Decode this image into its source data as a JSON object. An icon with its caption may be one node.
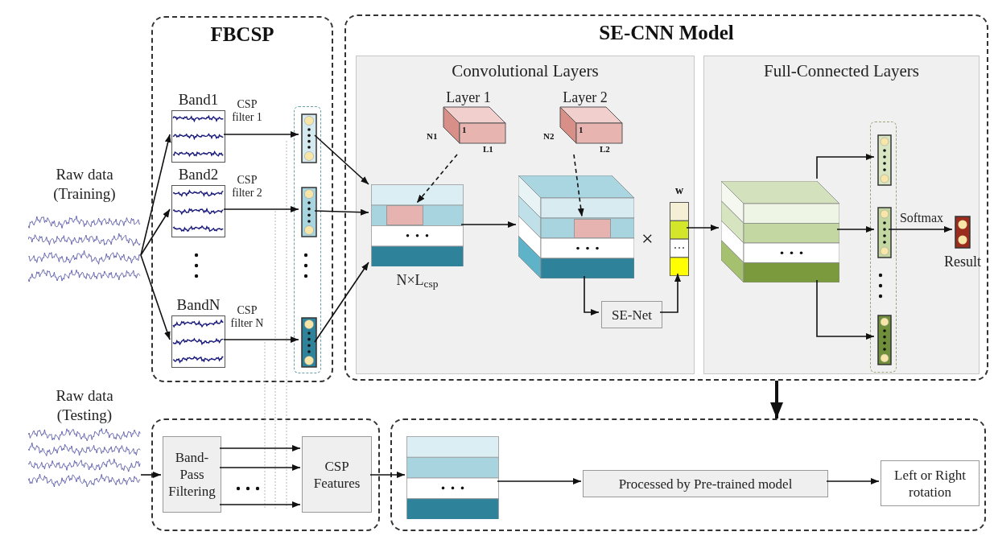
{
  "diagram": {
    "nodes": [
      {
        "text": [
          "FBCSP"
        ]
      },
      {
        "text": [
          "SE-CNN Model"
        ]
      },
      {
        "text": [
          "Convolutional Layers"
        ],
        "in": 1
      },
      {
        "text": [
          "Full-Connected Layers"
        ],
        "in": 1
      },
      {
        "text": [
          "Raw data (Training)"
        ]
      },
      {
        "text": [
          "Band1"
        ],
        "in": 0
      },
      {
        "text": [
          "Band2"
        ],
        "in": 0
      },
      {
        "text": [
          "BandN"
        ],
        "in": 0
      },
      {
        "text": [],
        "shape": "box",
        "in": 0
      },
      {
        "text": [],
        "shape": "bar",
        "in": 8
      },
      {
        "text": [],
        "shape": "bar",
        "in": 8
      },
      {
        "text": [],
        "shape": "bar",
        "in": 8
      },
      {
        "text": [
          "Layer 1",
          "1"
        ],
        "beside": [
          "N1",
          "L1"
        ],
        "in": 2
      },
      {
        "text": [
          "Layer 2",
          "1"
        ],
        "beside": [
          "N2",
          "L2"
        ],
        "in": 2
      },
      {
        "text": [],
        "shape": "box",
        "beside": [
          "N×L$_{csp}$"
        ],
        "in": 2
      },
      {
        "text": [],
        "shape": "box",
        "in": 14
      },
      {
        "text": [],
        "shape": "box",
        "in": 2
      },
      {
        "text": [],
        "shape": "box",
        "in": 16
      },
      {
        "text": [
          "w"
        ],
        "in": 2
      },
      {
        "text": [
          "SE-Net"
        ],
        "in": 2
      },
      {
        "text": [],
        "shape": "box",
        "in": 3
      },
      {
        "text": [],
        "shape": "box",
        "in": 3
      },
      {
        "text": [],
        "shape": "bar",
        "in": 21
      },
      {
        "text": [],
        "shape": "bar",
        "in": 21
      },
      {
        "text": [],
        "shape": "bar",
        "in": 21
      },
      {
        "text": [],
        "shape": "bar",
        "beside": [
          "Result"
        ],
        "in": 3
      },
      {
        "text": [
          "Raw data (Testing)"
        ]
      },
      {
        "text": [],
        "shape": "box"
      },
      {
        "text": [
          "Band-Pass Filtering"
        ],
        "in": 27
      },
      {
        "text": [
          "CSP Features"
        ],
        "in": 27
      },
      {
        "text": [],
        "shape": "box"
      },
      {
        "text": [],
        "shape": "box",
        "in": 30
      },
      {
        "text": [
          "Processed by Pre-trained model"
        ],
        "in": 30
      },
      {
        "text": [
          "Left or Right rotation"
        ],
        "in": 30
      }
    ],
    "edges": [
      {
        "from": 4,
        "to": 5,
        "arrow": "to"
      },
      {
        "from": 4,
        "to": 6,
        "arrow": "to"
      },
      {
        "from": 4,
        "to": 7,
        "arrow": "to"
      },
      {
        "from": 5,
        "to": 9,
        "arrow": "to",
        "label": "CSP filter 1"
      },
      {
        "from": 6,
        "to": 10,
        "arrow": "to",
        "label": "CSP filter 2"
      },
      {
        "from": 7,
        "to": 11,
        "arrow": "to",
        "label": "CSP filter N"
      },
      {
        "from": 9,
        "to": 14,
        "arrow": "to"
      },
      {
        "from": 10,
        "to": 14,
        "arrow": "to"
      },
      {
        "from": 11,
        "to": 14,
        "arrow": "to"
      },
      {
        "from": 12,
        "to": 15,
        "arrow": "to",
        "style": "dashed"
      },
      {
        "from": 13,
        "to": 17,
        "arrow": "to",
        "style": "dashed"
      },
      {
        "from": 14,
        "to": 16,
        "arrow": "to"
      },
      {
        "from": 16,
        "to": 19,
        "arrow": "to"
      },
      {
        "from": 19,
        "to": 18,
        "arrow": "to"
      },
      {
        "from": 18,
        "to": 20,
        "arrow": "to"
      },
      {
        "from": 20,
        "to": 22,
        "arrow": "to"
      },
      {
        "from": 20,
        "to": 23,
        "arrow": "to"
      },
      {
        "from": 20,
        "to": 24,
        "arrow": "to"
      },
      {
        "from": 23,
        "to": 25,
        "arrow": "to",
        "label": "Softmax"
      },
      {
        "from": 1,
        "to": 30,
        "arrow": "to",
        "style": "thick"
      },
      {
        "from": 26,
        "to": 28,
        "arrow": "to"
      },
      {
        "from": 28,
        "to": 29,
        "arrow": "to"
      },
      {
        "from": 28,
        "to": 29,
        "arrow": "to"
      },
      {
        "from": 28,
        "to": 29,
        "arrow": "to"
      },
      {
        "from": 29,
        "to": 31,
        "arrow": "to"
      },
      {
        "from": 31,
        "to": 32,
        "arrow": "to"
      },
      {
        "from": 32,
        "to": 33,
        "arrow": "to"
      }
    ],
    "labels": [
      "×"
    ]
  }
}
